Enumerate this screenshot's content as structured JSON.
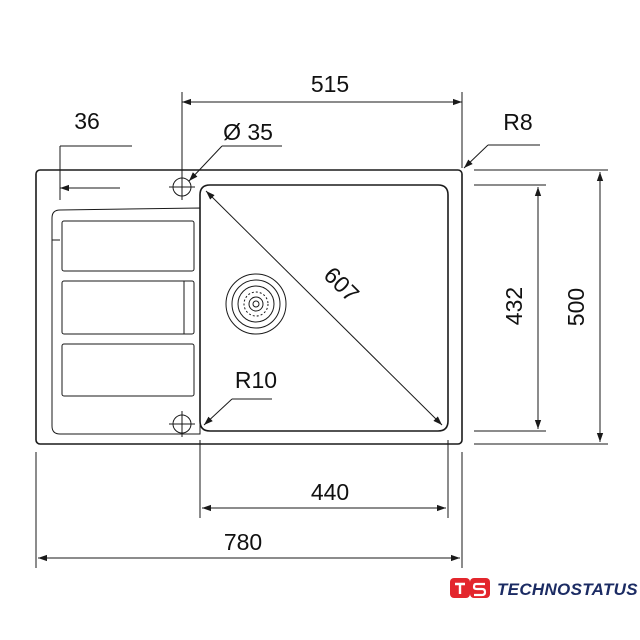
{
  "dimensions": {
    "width_bowl_offset": "515",
    "drain_tap_distance": "36",
    "tap_hole": "Ø 35",
    "corner_outer_radius": "R8",
    "diagonal": "607",
    "bowl_depth": "432",
    "overall_depth": "500",
    "bowl_radius": "R10",
    "bowl_width": "440",
    "overall_width": "780"
  },
  "brand": {
    "name": "TECHNOSTATUS",
    "accent_color": "#e3262d",
    "text_color": "#1b2b63"
  },
  "colors": {
    "line": "#1a1a1a",
    "background": "#ffffff"
  }
}
